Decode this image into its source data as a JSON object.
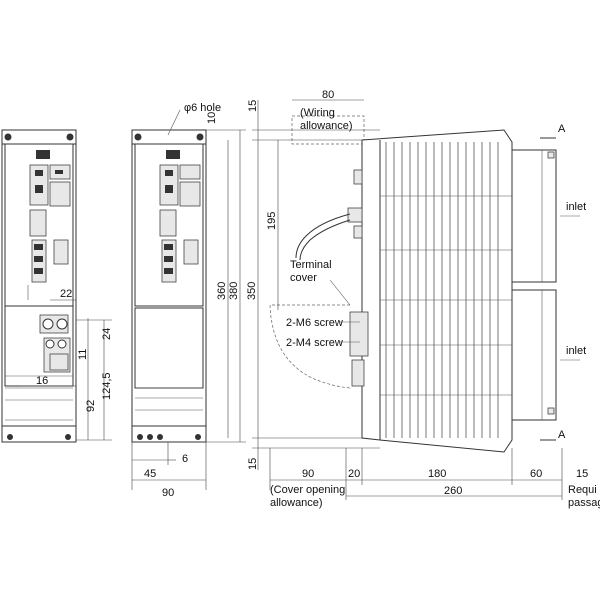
{
  "labels": {
    "hole": "φ6 hole",
    "wiring": "(Wiring",
    "wiring2": "allowance)",
    "terminal1": "Terminal",
    "terminal2": "cover",
    "m6": "2-M6 screw",
    "m4": "2-M4 screw",
    "cover1": "(Cover opening",
    "cover2": "allowance)",
    "inlet_top": "inlet",
    "inlet_bottom": "inlet",
    "section_top": "A",
    "section_bottom": "A",
    "required1": "Requi",
    "required2": "passag"
  },
  "dimensions": {
    "d80": "80",
    "d15_top": "15",
    "d10": "10",
    "d195": "195",
    "d360": "360",
    "d380": "380",
    "d350": "350",
    "d22": "22",
    "d24": "24",
    "d11": "11",
    "d16": "16",
    "d124_5": "124,5",
    "d92": "92",
    "d45": "45",
    "d6": "6",
    "d90_front": "90",
    "d15_bottom": "15",
    "d90_side": "90",
    "d20": "20",
    "d180": "180",
    "d60": "60",
    "d15_right": "15",
    "d260": "260"
  }
}
